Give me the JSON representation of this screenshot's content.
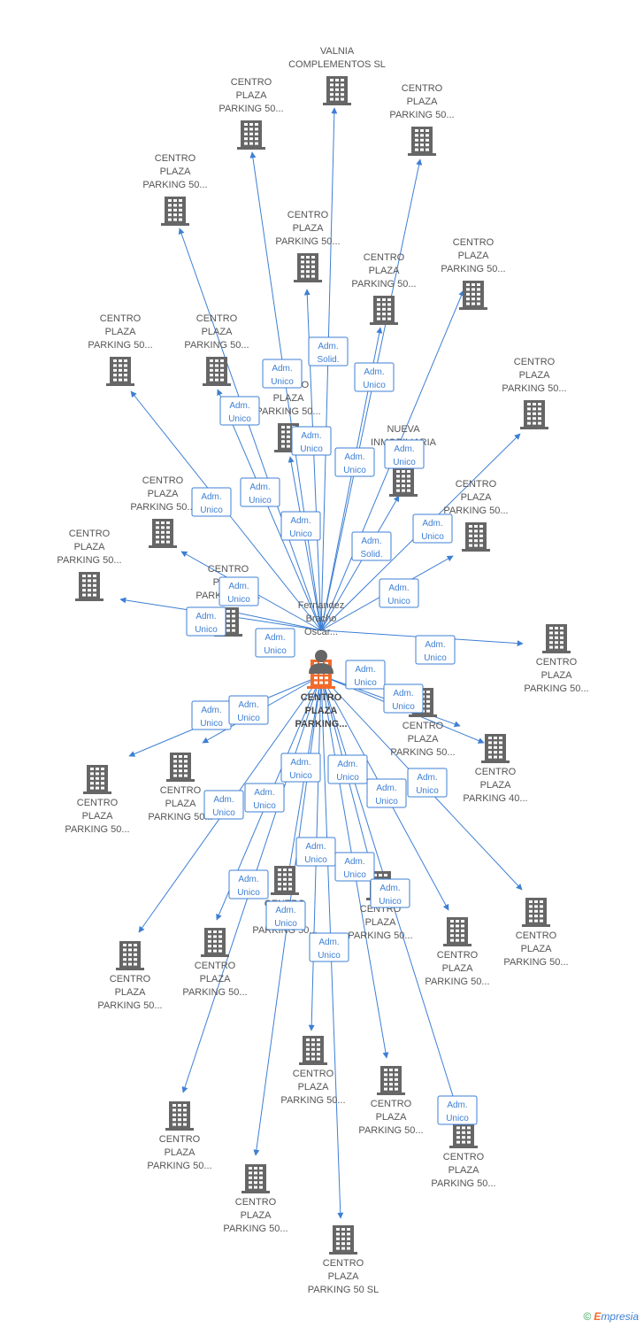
{
  "center": {
    "label_lines": [
      "Fernandez",
      "Bracho",
      "Oscar..."
    ],
    "icon": "person-icon"
  },
  "colors": {
    "edge": "#3d7fd4",
    "node": "#666666",
    "highlight": "#f26a2b"
  },
  "nodes": [
    {
      "label_lines": [
        "VALNIA",
        "COMPLEMENTOS SL"
      ]
    },
    {
      "label_lines": [
        "CENTRO",
        "PLAZA",
        "PARKING 50..."
      ]
    },
    {
      "label_lines": [
        "CENTRO",
        "PLAZA",
        "PARKING 50..."
      ]
    },
    {
      "label_lines": [
        "CENTRO",
        "PLAZA",
        "PARKING 50..."
      ]
    },
    {
      "label_lines": [
        "CENTRO",
        "PLAZA",
        "PARKING 50..."
      ]
    },
    {
      "label_lines": [
        "CENTRO",
        "PLAZA",
        "PARKING 50..."
      ]
    },
    {
      "label_lines": [
        "CENTRO",
        "PLAZA",
        "PARKING 50..."
      ]
    },
    {
      "label_lines": [
        "CENTRO",
        "PLAZA",
        "PARKING 50..."
      ]
    },
    {
      "label_lines": [
        "CENTRO",
        "PLAZA",
        "PARKING 50..."
      ]
    },
    {
      "label_lines": [
        "CENTRO",
        "PLAZA",
        "PARKING 50..."
      ]
    },
    {
      "label_lines": [
        "CENTRO",
        "PLAZA",
        "PARKING 50..."
      ]
    },
    {
      "label_lines": [
        "NUEVA",
        "INMOBILIARIA",
        "DE..."
      ]
    },
    {
      "label_lines": [
        "CENTRO",
        "PLAZA",
        "PARKING 50..."
      ]
    },
    {
      "label_lines": [
        "CENTRO",
        "PLAZA",
        "PARKING 50..."
      ]
    },
    {
      "label_lines": [
        "CENTRO",
        "PLAZA",
        "PARKING 50..."
      ]
    },
    {
      "label_lines": [
        "CENTRO",
        "PLAZA",
        "PARKING 50..."
      ]
    },
    {
      "label_lines": [
        "CENTRO",
        "PLAZA",
        "PARKING 50..."
      ]
    },
    {
      "label_lines": [
        "CENTRO",
        "PLAZA",
        "PARKING 50..."
      ]
    },
    {
      "label_lines": [
        "CENTRO",
        "PLAZA",
        "PARKING 40..."
      ]
    },
    {
      "label_lines": [
        "CENTRO",
        "PLAZA",
        "PARKING 50..."
      ]
    },
    {
      "label_lines": [
        "CENTRO",
        "PLAZA",
        "PARKING 50..."
      ]
    },
    {
      "label_lines": [
        "CENTRO",
        "PLAZA",
        "PARKING 50..."
      ]
    },
    {
      "label_lines": [
        "CENTRO",
        "PLAZA",
        "PARKING 50..."
      ]
    },
    {
      "label_lines": [
        "CENTRO",
        "PLAZA",
        "PARKING 50..."
      ]
    },
    {
      "label_lines": [
        "CENTRO",
        "PLAZA",
        "PARKING 50..."
      ]
    },
    {
      "label_lines": [
        "CENTRO",
        "PLAZA",
        "PARKING 50..."
      ]
    },
    {
      "label_lines": [
        "CENTRO",
        "PLAZA",
        "PARKING 50..."
      ]
    },
    {
      "label_lines": [
        "CENTRO",
        "PLAZA",
        "PARKING 50..."
      ]
    },
    {
      "label_lines": [
        "CENTRO",
        "PLAZA",
        "PARKING 50..."
      ]
    },
    {
      "label_lines": [
        "CENTRO",
        "PLAZA",
        "PARKING 50..."
      ]
    },
    {
      "label_lines": [
        "CENTRO",
        "PLAZA",
        "PARKING 50..."
      ]
    },
    {
      "label_lines": [
        "CENTRO",
        "PLAZA",
        "PARKING 50 SL"
      ]
    },
    {
      "label_lines": [
        "CENTRO",
        "PLAZA",
        "PARKING 50..."
      ]
    },
    {
      "label_lines": [
        "CENTRO",
        "PLAZA",
        "PARKING..."
      ],
      "highlight": true
    }
  ],
  "relations": [
    [
      "Adm.",
      "Solid."
    ],
    [
      "Adm.",
      "Unico"
    ],
    [
      "Adm.",
      "Unico"
    ],
    [
      "Adm.",
      "Unico"
    ],
    [
      "Adm.",
      "Unico"
    ],
    [
      "Adm.",
      "Unico"
    ],
    [
      "Adm.",
      "Unico"
    ],
    [
      "Adm.",
      "Unico"
    ],
    [
      "Adm.",
      "Unico"
    ],
    [
      "Adm.",
      "Solid."
    ],
    [
      "Adm.",
      "Unico"
    ],
    [
      "Adm.",
      "Unico"
    ],
    [
      "Adm.",
      "Unico"
    ],
    [
      "Adm.",
      "Unico"
    ],
    [
      "Adm.",
      "Unico"
    ],
    [
      "Adm.",
      "Unico"
    ],
    [
      "Adm.",
      "Unico"
    ],
    [
      "Adm.",
      "Unico"
    ],
    [
      "Adm.",
      "Unico"
    ],
    [
      "Adm.",
      "Unico"
    ],
    [
      "Adm.",
      "Unico"
    ],
    [
      "Adm.",
      "Unico"
    ],
    [
      "Adm.",
      "Unico"
    ],
    [
      "Adm.",
      "Unico"
    ],
    [
      "Adm.",
      "Unico"
    ],
    [
      "Adm.",
      "Unico"
    ],
    [
      "Adm.",
      "Unico"
    ],
    [
      "Adm.",
      "Unico"
    ],
    [
      "Adm.",
      "Unico"
    ],
    [
      "Adm.",
      "Unico"
    ],
    [
      "Adm.",
      "Unico"
    ],
    [
      "Adm.",
      "Unico"
    ],
    [
      "Adm.",
      "Unico"
    ],
    [
      "Adm.",
      "Unico"
    ]
  ],
  "footer": {
    "copyright": "©",
    "brand_first": "E",
    "brand_rest": "mpresia"
  }
}
